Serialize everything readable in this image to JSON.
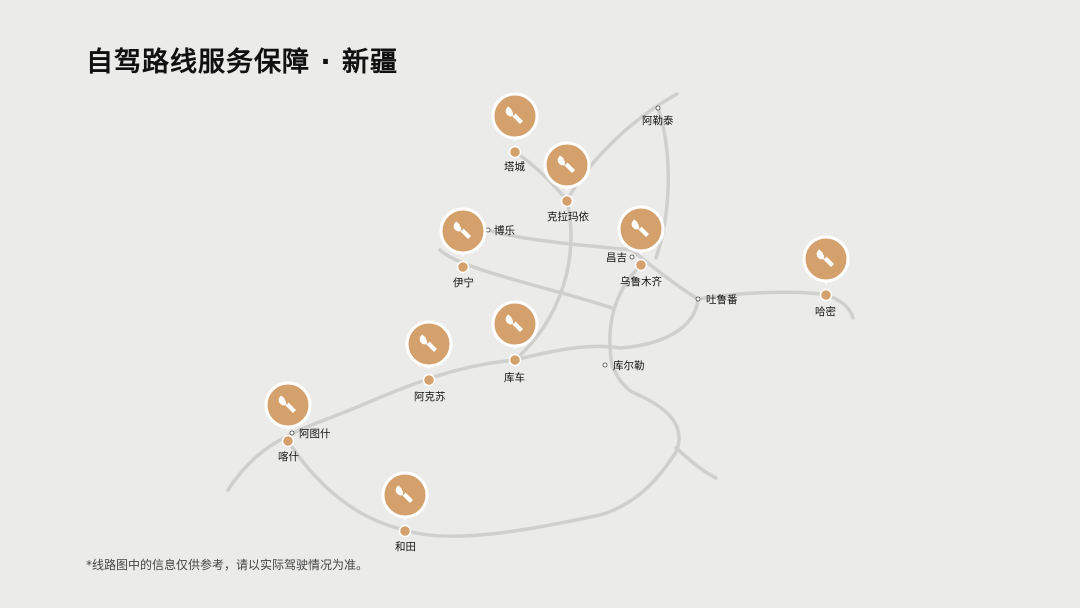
{
  "title": "自驾路线服务保障 · 新疆",
  "footnote": "*线路图中的信息仅供参考，请以实际驾驶情况为准。",
  "colors": {
    "background": "#ebebea",
    "route": "#cfcfcd",
    "service_pin": "#d4a06c",
    "text": "#111111"
  },
  "legend_icon": "wrench-icon",
  "service_points": [
    {
      "id": "tacheng",
      "name": "塔城"
    },
    {
      "id": "kelamayi",
      "name": "克拉玛依"
    },
    {
      "id": "yining",
      "name": "伊宁"
    },
    {
      "id": "urumqi",
      "name": "乌鲁木齐"
    },
    {
      "id": "hami",
      "name": "哈密"
    },
    {
      "id": "kuche",
      "name": "库车"
    },
    {
      "id": "akesu",
      "name": "阿克苏"
    },
    {
      "id": "kashi",
      "name": "喀什"
    },
    {
      "id": "hetian",
      "name": "和田"
    }
  ],
  "cities": [
    {
      "id": "aletai",
      "name": "阿勒泰"
    },
    {
      "id": "bole",
      "name": "博乐"
    },
    {
      "id": "changji",
      "name": "昌吉"
    },
    {
      "id": "tulufan",
      "name": "吐鲁番"
    },
    {
      "id": "kuerle",
      "name": "库尔勒"
    },
    {
      "id": "atushi",
      "name": "阿图什"
    }
  ]
}
